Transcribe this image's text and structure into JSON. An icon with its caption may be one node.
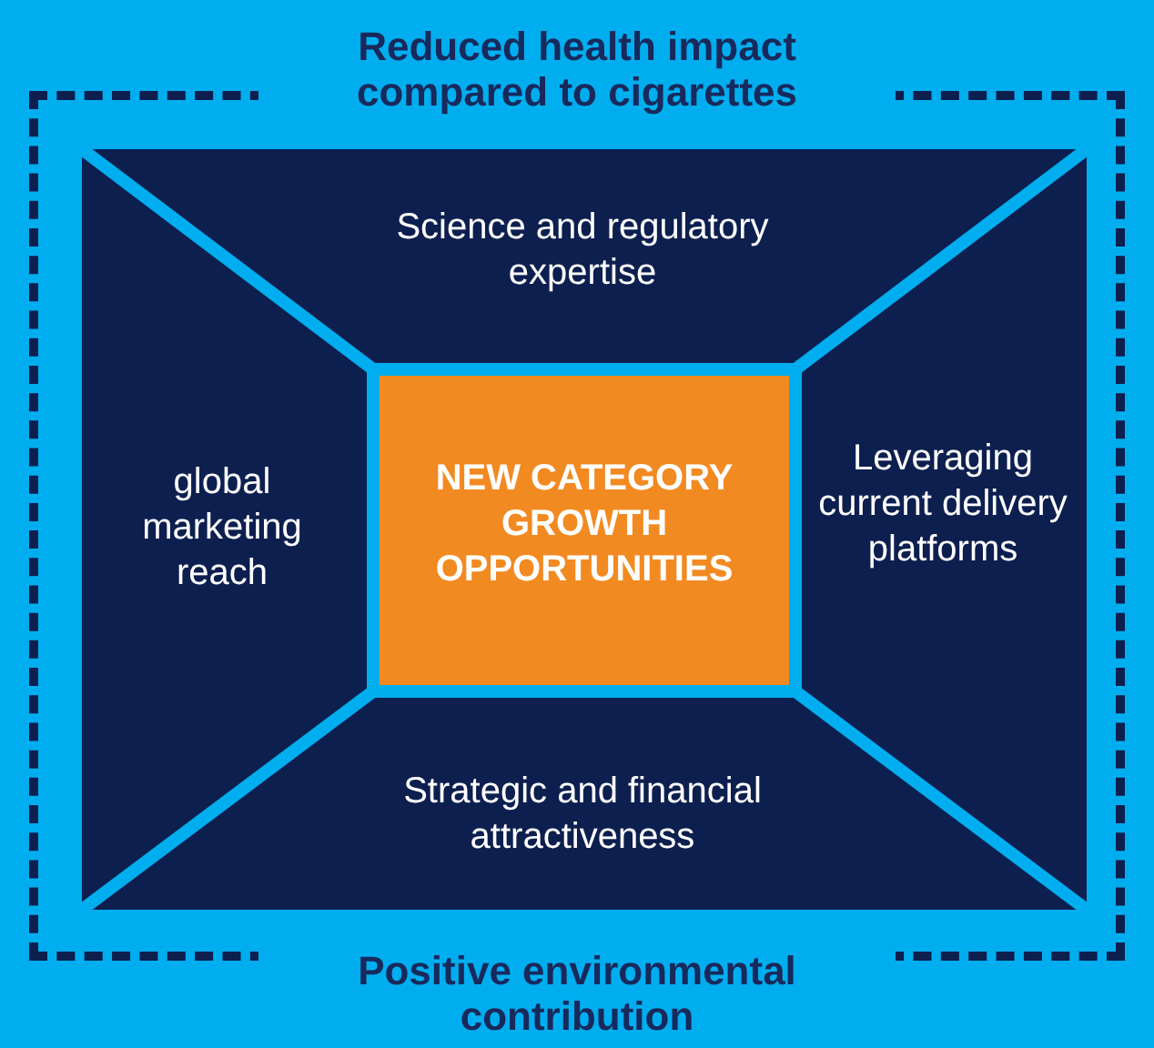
{
  "diagram": {
    "nodes": [
      {
        "text": [
          "Reduced health impact compared to cigarettes",
          "Positive environmental contribution"
        ]
      },
      {
        "text": [
          "Science and regulatory expertise"
        ],
        "in": 0
      },
      {
        "text": [
          "global marketing reach"
        ],
        "in": 0
      },
      {
        "text": [
          "NEW CATEGORY GROWTH OPPORTUNITIES"
        ],
        "in": 0
      },
      {
        "text": [
          "Leveraging current delivery platforms"
        ],
        "in": 0
      },
      {
        "text": [
          "Strategic and financial attractiveness"
        ],
        "in": 0
      }
    ]
  }
}
